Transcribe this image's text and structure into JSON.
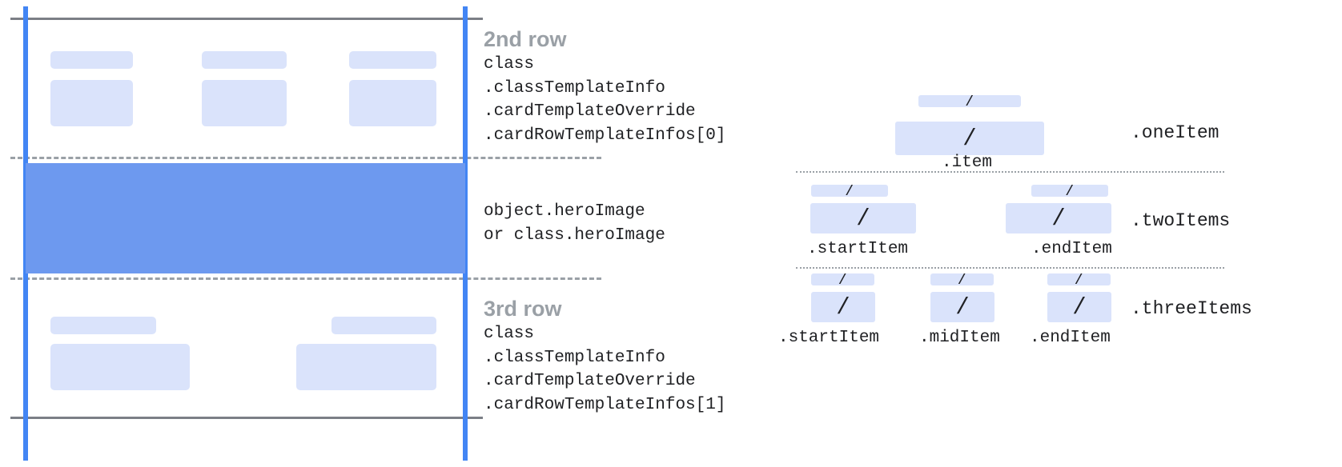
{
  "left_diagram": {
    "name": "card-row-structure",
    "rows": [
      {
        "title": "2nd row",
        "code_lines": [
          "class",
          ".classTemplateInfo",
          ".cardTemplateOverride",
          ".cardRowTemplateInfos[0]"
        ],
        "placeholder_count": 3
      },
      {
        "title": "",
        "code_lines": [
          "object.heroImage",
          "or class.heroImage"
        ],
        "placeholder_count": 0
      },
      {
        "title": "3rd row",
        "code_lines": [
          "class",
          ".classTemplateInfo",
          ".cardTemplateOverride",
          ".cardRowTemplateInfos[1]"
        ],
        "placeholder_count": 2
      }
    ]
  },
  "right_diagram": {
    "name": "row-item-layouts",
    "slash_glyph": "/",
    "groups": [
      {
        "group_label": ".oneItem",
        "items": [
          {
            "label": ".item"
          }
        ]
      },
      {
        "group_label": ".twoItems",
        "items": [
          {
            "label": ".startItem"
          },
          {
            "label": ".endItem"
          }
        ]
      },
      {
        "group_label": ".threeItems",
        "items": [
          {
            "label": ".startItem"
          },
          {
            "label": ".midItem"
          },
          {
            "label": ".endItem"
          }
        ]
      }
    ]
  },
  "colors": {
    "placeholder_fill": "#dae3fb",
    "hero_fill": "#6d99ef",
    "guide_line": "#4285f4",
    "border_line": "#7b7f86",
    "dash_line": "#9aa0a6",
    "row_title_text": "#9aa0a6",
    "code_text": "#202124",
    "background": "#ffffff"
  }
}
